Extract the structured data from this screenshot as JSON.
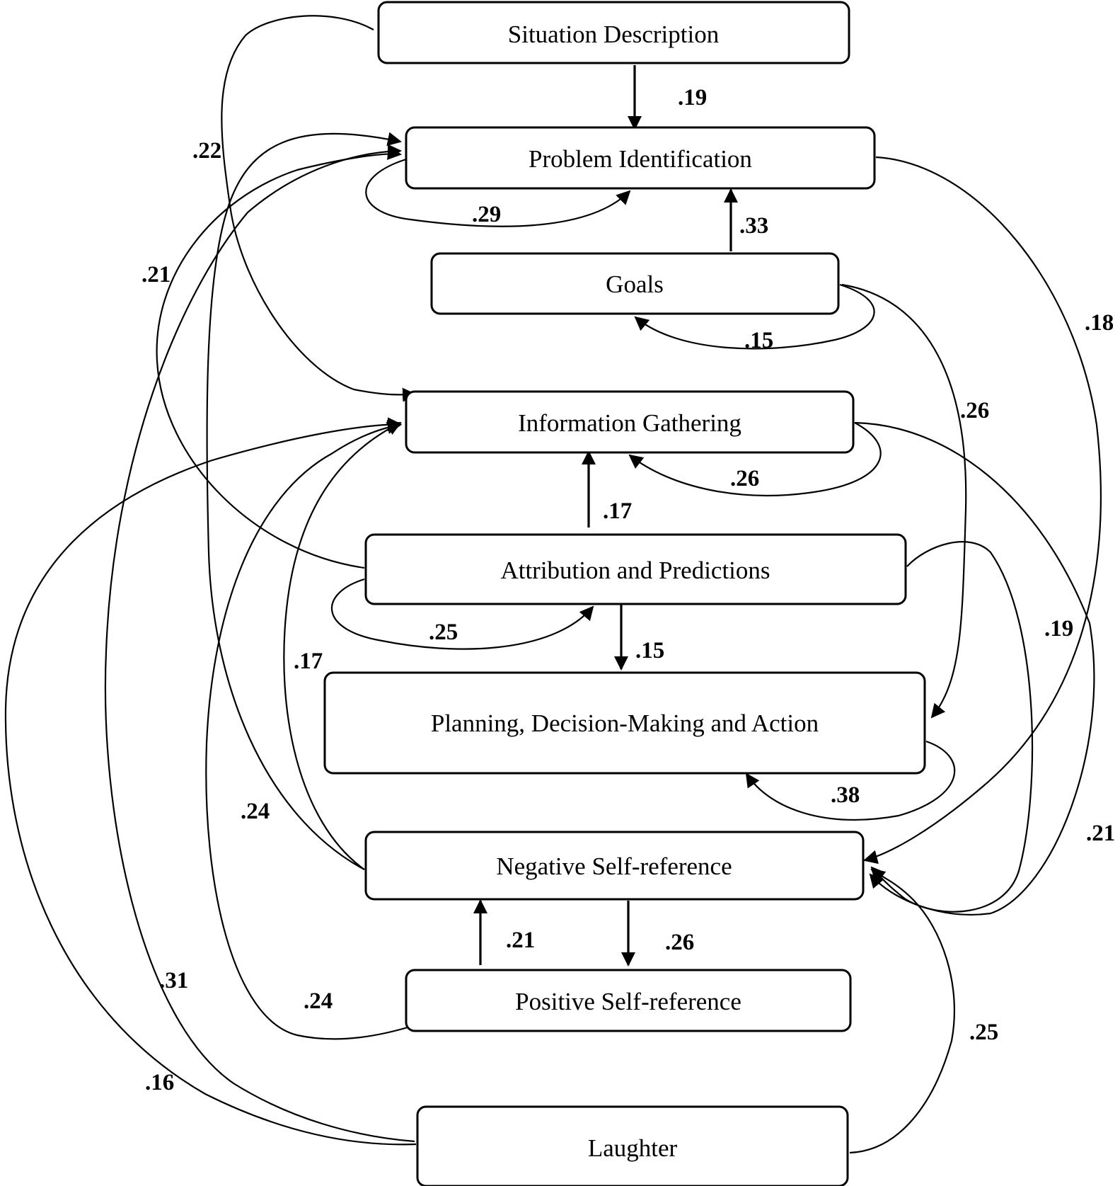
{
  "diagram": {
    "nodes": {
      "situation": "Situation Description",
      "problem": "Problem Identification",
      "goals": "Goals",
      "info": "Information Gathering",
      "attribution": "Attribution and Predictions",
      "planning": "Planning, Decision-Making and Action",
      "negative": "Negative Self-reference",
      "positive": "Positive Self-reference",
      "laughter": "Laughter"
    },
    "edges": [
      {
        "from": "Situation Description",
        "to": "Problem Identification",
        "value": ".19"
      },
      {
        "from": "Situation Description",
        "to": "Information Gathering",
        "value": ".22"
      },
      {
        "from": "Problem Identification",
        "to": "Problem Identification",
        "value": ".29"
      },
      {
        "from": "Goals",
        "to": "Problem Identification",
        "value": ".33"
      },
      {
        "from": "Goals",
        "to": "Goals",
        "value": ".15"
      },
      {
        "from": "Goals",
        "to": "Planning, Decision-Making and Action",
        "value": ".26"
      },
      {
        "from": "Problem Identification",
        "to": "Negative Self-reference",
        "value": ".18"
      },
      {
        "from": "Attribution and Predictions",
        "to": "Problem Identification",
        "value": ".21"
      },
      {
        "from": "Information Gathering",
        "to": "Information Gathering",
        "value": ".26"
      },
      {
        "from": "Attribution and Predictions",
        "to": "Information Gathering",
        "value": ".17"
      },
      {
        "from": "Information Gathering",
        "to": "Negative Self-reference",
        "value": ".19"
      },
      {
        "from": "Attribution and Predictions",
        "to": "Attribution and Predictions",
        "value": ".25"
      },
      {
        "from": "Attribution and Predictions",
        "to": "Planning, Decision-Making and Action",
        "value": ".15"
      },
      {
        "from": "Negative Self-reference",
        "to": "Information Gathering",
        "value": ".17"
      },
      {
        "from": "Planning, Decision-Making and Action",
        "to": "Planning, Decision-Making and Action",
        "value": ".38"
      },
      {
        "from": "Negative Self-reference",
        "to": "Problem Identification",
        "value": ".24"
      },
      {
        "from": "Attribution and Predictions",
        "to": "Negative Self-reference",
        "value": ".21"
      },
      {
        "from": "Positive Self-reference",
        "to": "Negative Self-reference",
        "value": ".21"
      },
      {
        "from": "Negative Self-reference",
        "to": "Positive Self-reference",
        "value": ".26"
      },
      {
        "from": "Laughter",
        "to": "Problem Identification",
        "value": ".31"
      },
      {
        "from": "Positive Self-reference",
        "to": "Information Gathering",
        "value": ".24"
      },
      {
        "from": "Laughter",
        "to": "Information Gathering",
        "value": ".16"
      },
      {
        "from": "Laughter",
        "to": "Negative Self-reference",
        "value": ".25"
      }
    ]
  }
}
